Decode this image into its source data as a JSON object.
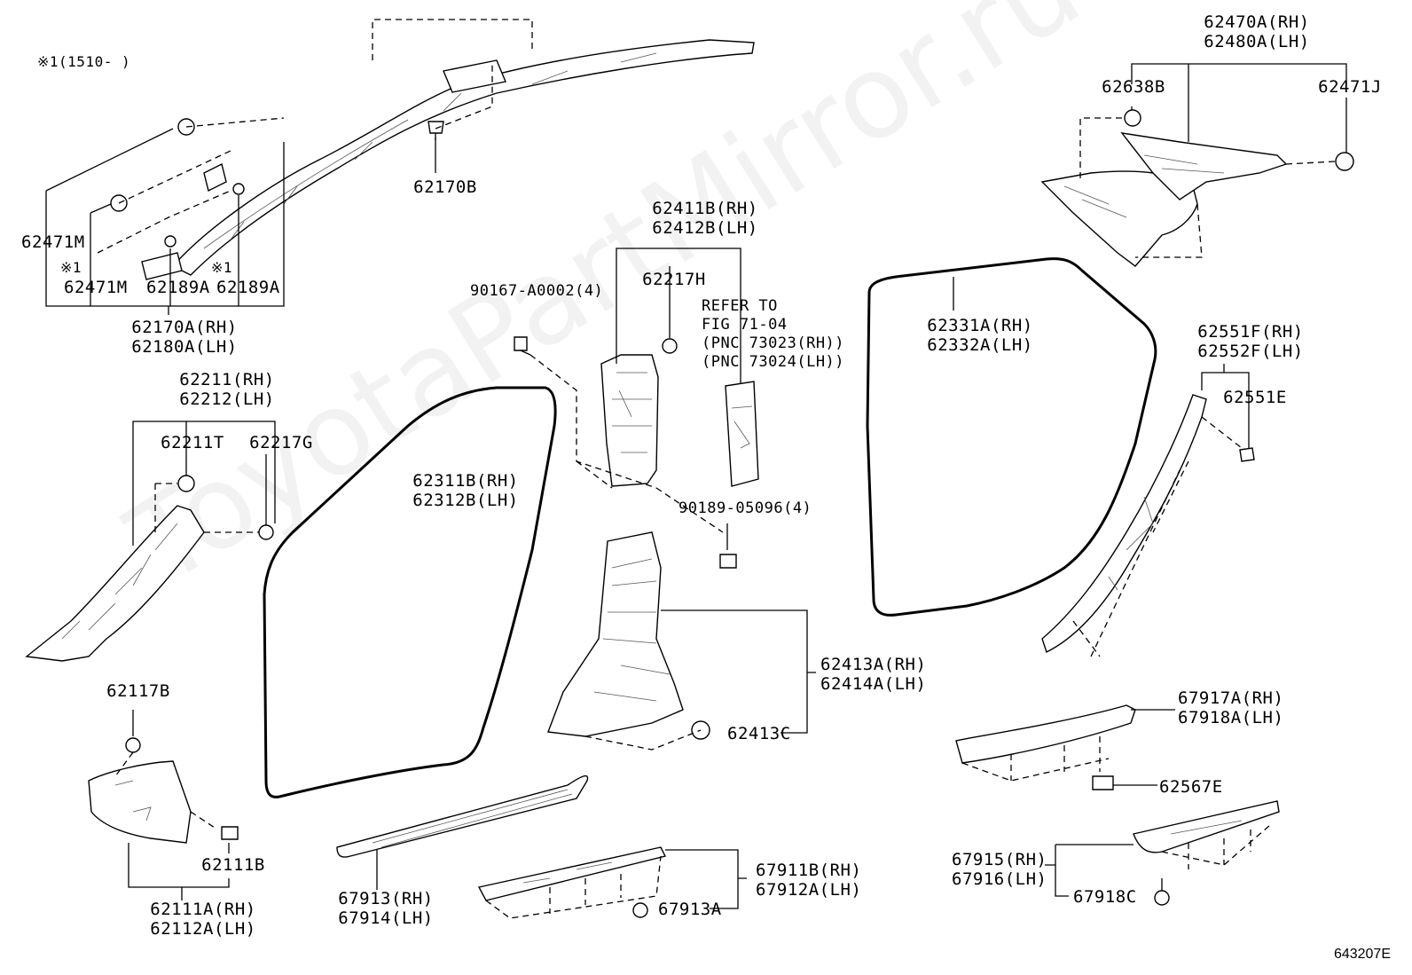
{
  "watermark": "ToyotaPartMirror.ru",
  "diagram_code": "643207E",
  "note": "※1(1510-    )",
  "labels": {
    "p62470A": "62470A(RH)",
    "p62480A": "62480A(LH)",
    "p62638B": "62638B",
    "p62471J": "62471J",
    "p62170B": "62170B",
    "p62471M_a": "62471M",
    "ast1": "※1",
    "p62471M_b": "62471M",
    "p62189A_a": "62189A",
    "ast2": "※1",
    "p62189A_b": "62189A",
    "p62170A": "62170A(RH)",
    "p62180A": "62180A(LH)",
    "p62211": "62211(RH)",
    "p62212": "62212(LH)",
    "p62211T": "62211T",
    "p62217G": "62217G",
    "p62411B": "62411B(RH)",
    "p62412B": "62412B(LH)",
    "p62217H": "62217H",
    "p90167": "90167-A0002(4)",
    "refer1": "REFER TO",
    "refer2": "FIG 71-04",
    "refer3": "(PNC 73023(RH))",
    "refer4": "(PNC 73024(LH))",
    "p62311B": "62311B(RH)",
    "p62312B": "62312B(LH)",
    "p90189": "90189-05096(4)",
    "p62331A": "62331A(RH)",
    "p62332A": "62332A(LH)",
    "p62551F": "62551F(RH)",
    "p62552F": "62552F(LH)",
    "p62551E": "62551E",
    "p62413A": "62413A(RH)",
    "p62414A": "62414A(LH)",
    "p62413C": "62413C",
    "p62117B": "62117B",
    "p62111B": "62111B",
    "p62111A": "62111A(RH)",
    "p62112A": "62112A(LH)",
    "p67913": "67913(RH)",
    "p67914": "67914(LH)",
    "p67911B": "67911B(RH)",
    "p67912A": "67912A(LH)",
    "p67913A": "67913A",
    "p67917A": "67917A(RH)",
    "p67918A": "67918A(LH)",
    "p62567E": "62567E",
    "p67915": "67915(RH)",
    "p67916": "67916(LH)",
    "p67918C": "67918C"
  }
}
